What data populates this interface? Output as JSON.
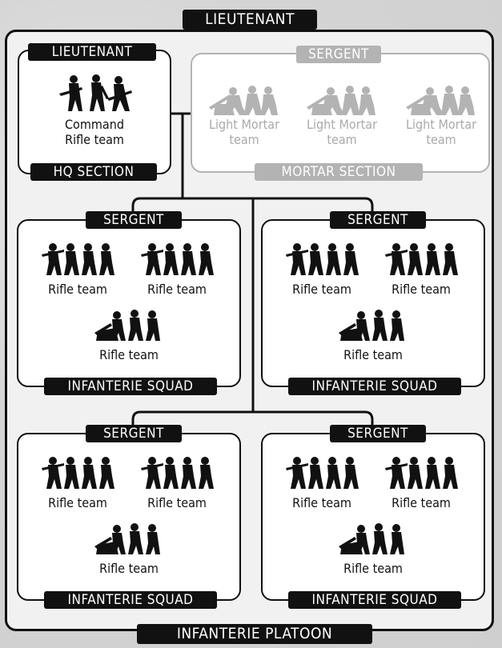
{
  "platoon": {
    "top_label": "LIEUTENANT",
    "bottom_label": "INFANTERIE PLATOON"
  },
  "hq": {
    "top_label": "LIEUTENANT",
    "team_line1": "Command",
    "team_line2": "Rifle team",
    "bottom_label": "HQ SECTION"
  },
  "mortar": {
    "top_label": "SERGENT",
    "bottom_label": "MORTAR SECTION",
    "teams": [
      {
        "line1": "Light Mortar",
        "line2": "team"
      },
      {
        "line1": "Light Mortar",
        "line2": "team"
      },
      {
        "line1": "Light Mortar",
        "line2": "team"
      }
    ]
  },
  "squads": [
    {
      "top_label": "SERGENT",
      "bottom_label": "INFANTERIE SQUAD",
      "teams": [
        "Rifle team",
        "Rifle team",
        "Rifle team"
      ]
    },
    {
      "top_label": "SERGENT",
      "bottom_label": "INFANTERIE SQUAD",
      "teams": [
        "Rifle team",
        "Rifle team",
        "Rifle team"
      ]
    },
    {
      "top_label": "SERGENT",
      "bottom_label": "INFANTERIE SQUAD",
      "teams": [
        "Rifle team",
        "Rifle team",
        "Rifle team"
      ]
    },
    {
      "top_label": "SERGENT",
      "bottom_label": "INFANTERIE SQUAD",
      "teams": [
        "Rifle team",
        "Rifle team",
        "Rifle team"
      ]
    }
  ],
  "colors": {
    "ink": "#111111",
    "inactive": "#b3b3b3",
    "panel": "#f1f1f1"
  }
}
